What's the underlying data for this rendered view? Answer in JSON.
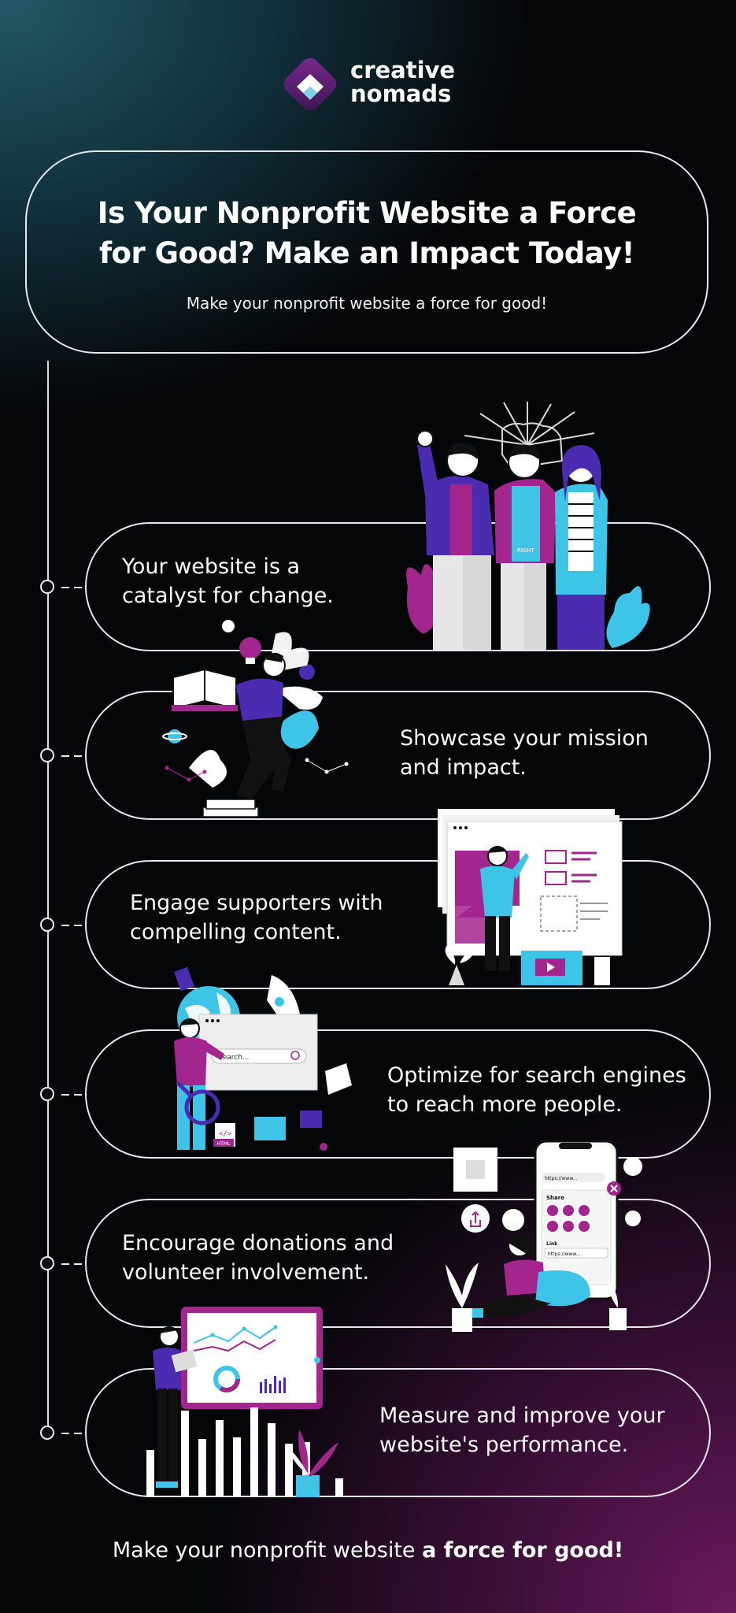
{
  "brand": {
    "line1": "creative",
    "line2": "nomads"
  },
  "hero": {
    "title": "Is Your Nonprofit Website a Force for Good? Make an Impact Today!",
    "subtitle": "Make your nonprofit website a force for good!"
  },
  "steps": [
    {
      "text": "Your website is a catalyst for change."
    },
    {
      "text": "Showcase your mission and impact."
    },
    {
      "text": "Engage supporters with compelling content."
    },
    {
      "text": "Optimize for search engines to reach more people."
    },
    {
      "text": "Encourage donations and volunteer involvement."
    },
    {
      "text": "Measure and improve your website's performance."
    }
  ],
  "illustrations": {
    "search_box": "Search...",
    "html_tag": "</>",
    "html_label": "HTML",
    "url_label": "https://www...",
    "share_label": "Share",
    "link_label": "Link",
    "link_url": "https://www...",
    "raised_fist_label": "RIGHT"
  },
  "footer": {
    "normal": "Make your nonprofit website ",
    "bold": "a force for good!"
  },
  "colors": {
    "magenta": "#a3268e",
    "purple": "#4b2bb0",
    "cyan": "#3dc4e6",
    "white": "#ffffff"
  }
}
